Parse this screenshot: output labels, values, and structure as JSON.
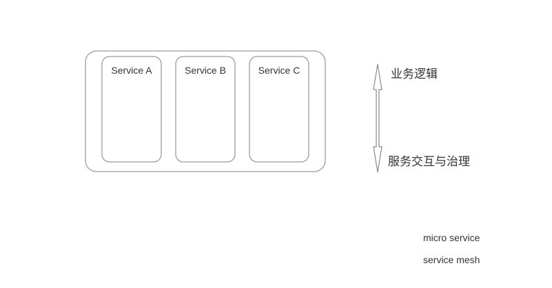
{
  "diagram": {
    "services": [
      {
        "label": "Service A"
      },
      {
        "label": "Service B"
      },
      {
        "label": "Service C"
      }
    ],
    "arrow": {
      "top_label": "业务逻辑",
      "bottom_label": "服务交互与治理"
    },
    "legend": [
      {
        "label": "micro service",
        "color": "#1e9e3a"
      },
      {
        "label": "service mesh",
        "color": "#f06a6a"
      }
    ],
    "colors": {
      "box_stroke": "#9a9a9a",
      "micro_service": "#1e9e3a",
      "service_mesh": "#f06a6a",
      "text": "#333333"
    }
  }
}
